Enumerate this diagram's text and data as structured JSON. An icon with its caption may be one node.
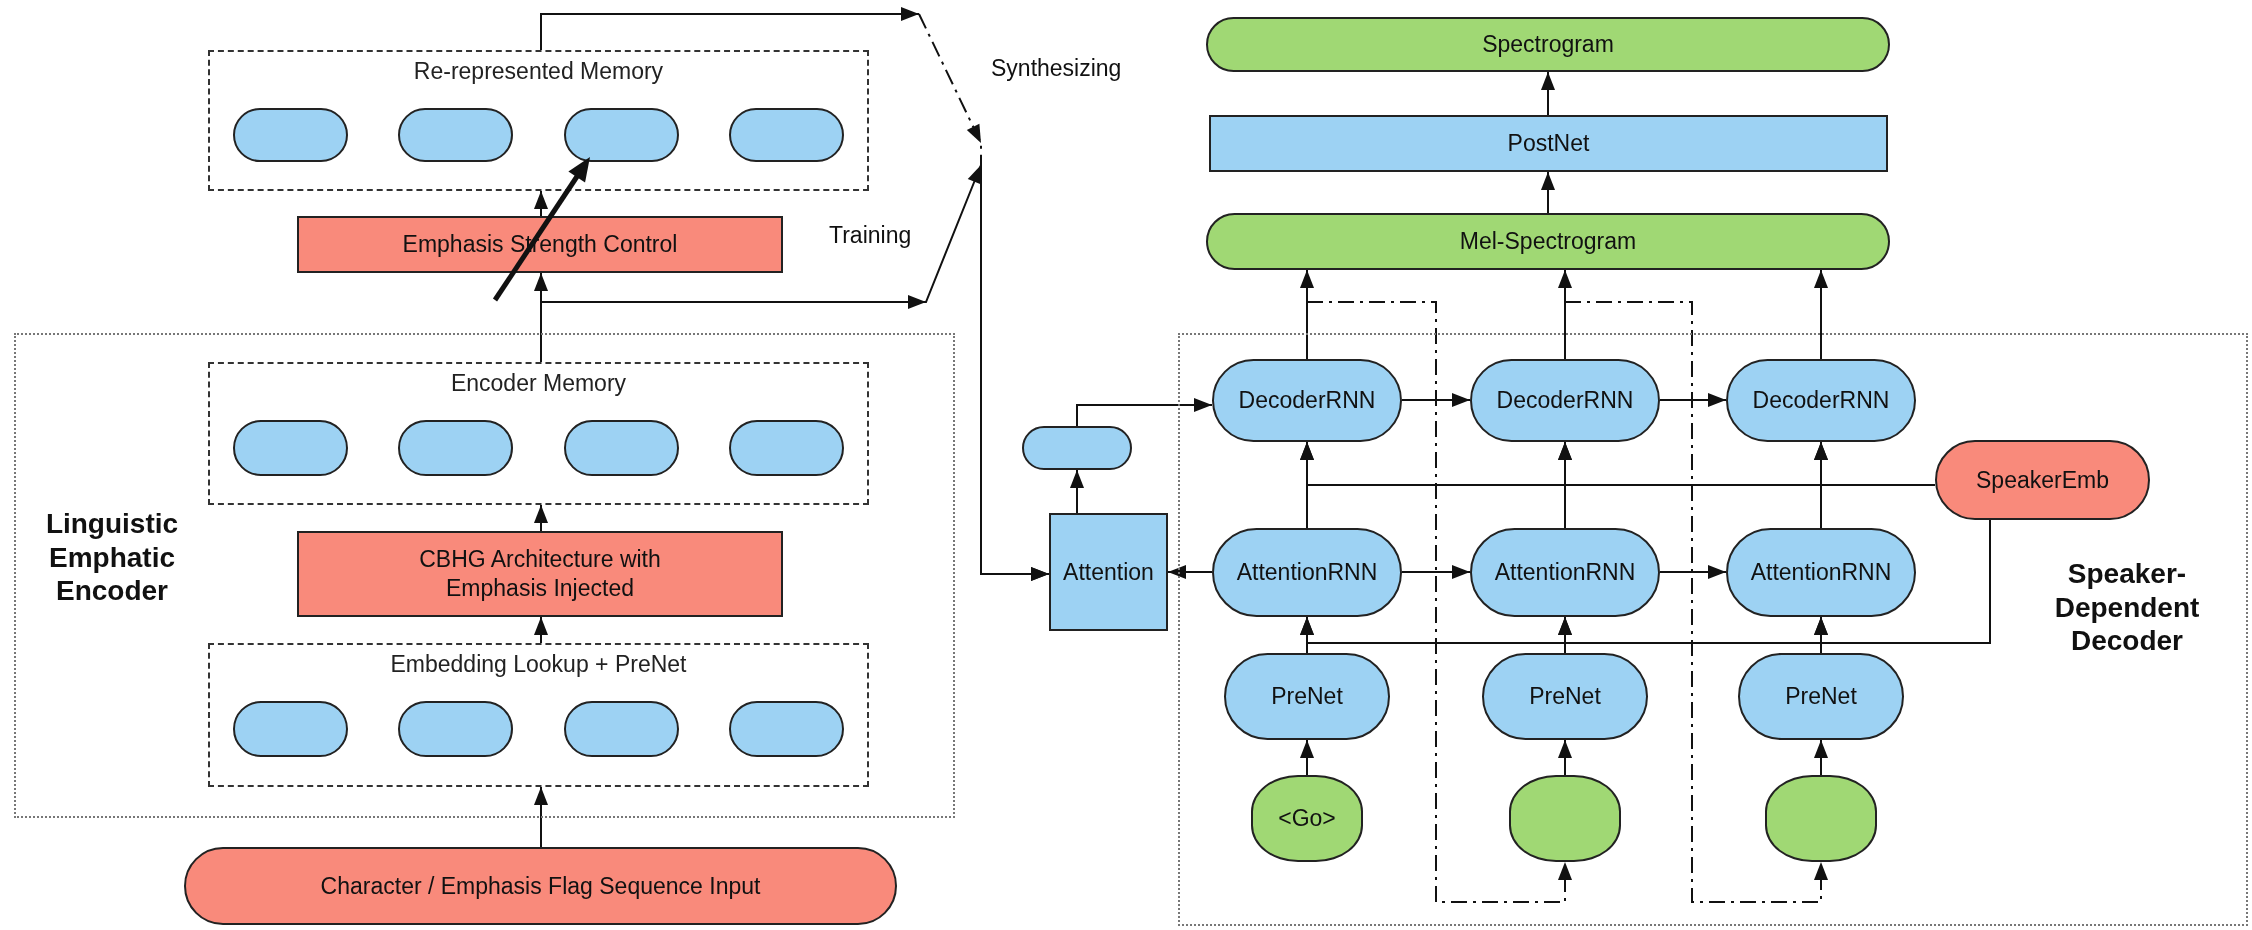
{
  "diagram": {
    "nodes": [
      {
        "text": [
          "Re-represented Memory"
        ]
      },
      {
        "text": [],
        "shape": "pill",
        "in": 0
      },
      {
        "text": [],
        "shape": "pill",
        "in": 0
      },
      {
        "text": [],
        "shape": "pill",
        "in": 0
      },
      {
        "text": [],
        "shape": "pill",
        "in": 0
      },
      {
        "text": [
          "Emphasis Strength Control"
        ]
      },
      {
        "text": [
          "Linguistic Emphatic Encoder"
        ]
      },
      {
        "text": [
          "Encoder Memory"
        ],
        "in": 6
      },
      {
        "text": [],
        "shape": "pill",
        "in": 7
      },
      {
        "text": [],
        "shape": "pill",
        "in": 7
      },
      {
        "text": [],
        "shape": "pill",
        "in": 7
      },
      {
        "text": [],
        "shape": "pill",
        "in": 7
      },
      {
        "text": [
          "CBHG Architecture with Emphasis Injected"
        ],
        "in": 6
      },
      {
        "text": [
          "Embedding Lookup + PreNet"
        ],
        "in": 6
      },
      {
        "text": [],
        "shape": "pill",
        "in": 13
      },
      {
        "text": [],
        "shape": "pill",
        "in": 13
      },
      {
        "text": [],
        "shape": "pill",
        "in": 13
      },
      {
        "text": [],
        "shape": "pill",
        "in": 13
      },
      {
        "text": [
          "Character / Emphasis Flag Sequence Input"
        ]
      },
      {
        "text": [
          "Spectrogram"
        ]
      },
      {
        "text": [
          "PostNet"
        ]
      },
      {
        "text": [
          "Mel-Spectrogram"
        ]
      },
      {
        "text": [
          "Speaker-Dependent Decoder"
        ]
      },
      {
        "text": [],
        "shape": "pill"
      },
      {
        "text": [
          "Attention"
        ]
      },
      {
        "text": [
          "DecoderRNN"
        ],
        "in": 22
      },
      {
        "text": [
          "DecoderRNN"
        ],
        "in": 22
      },
      {
        "text": [
          "DecoderRNN"
        ],
        "in": 22
      },
      {
        "text": [
          "SpeakerEmb"
        ],
        "in": 22
      },
      {
        "text": [
          "AttentionRNN"
        ],
        "in": 22
      },
      {
        "text": [
          "AttentionRNN"
        ],
        "in": 22
      },
      {
        "text": [
          "AttentionRNN"
        ],
        "in": 22
      },
      {
        "text": [
          "PreNet"
        ],
        "in": 22
      },
      {
        "text": [
          "PreNet"
        ],
        "in": 22
      },
      {
        "text": [
          "PreNet"
        ],
        "in": 22
      },
      {
        "text": [
          "<Go>"
        ],
        "in": 22
      },
      {
        "text": [],
        "shape": "circle",
        "in": 22
      },
      {
        "text": [],
        "shape": "circle",
        "in": 22
      }
    ],
    "edges": [
      {
        "from": 18,
        "to": 13,
        "arrow": "to"
      },
      {
        "from": 13,
        "to": 12,
        "arrow": "to"
      },
      {
        "from": 12,
        "to": 7,
        "arrow": "to"
      },
      {
        "from": 7,
        "to": 5,
        "arrow": "to"
      },
      {
        "from": 5,
        "to": 0,
        "arrow": "to"
      },
      {
        "from": 7,
        "to": 24,
        "arrow": "to",
        "label": "Training"
      },
      {
        "from": 0,
        "to": 24,
        "arrow": "to",
        "label": "Synthesizing",
        "style": "dashed"
      },
      {
        "from": 24,
        "to": 23,
        "arrow": "to"
      },
      {
        "from": 23,
        "to": 25,
        "arrow": "to"
      },
      {
        "from": 25,
        "to": 21,
        "arrow": "to"
      },
      {
        "from": 26,
        "to": 21,
        "arrow": "to"
      },
      {
        "from": 27,
        "to": 21,
        "arrow": "to"
      },
      {
        "from": 21,
        "to": 20,
        "arrow": "to"
      },
      {
        "from": 20,
        "to": 19,
        "arrow": "to"
      },
      {
        "from": 25,
        "to": 26,
        "arrow": "to"
      },
      {
        "from": 26,
        "to": 27,
        "arrow": "to"
      },
      {
        "from": 29,
        "to": 24,
        "arrow": "to"
      },
      {
        "from": 29,
        "to": 30,
        "arrow": "to"
      },
      {
        "from": 30,
        "to": 31,
        "arrow": "to"
      },
      {
        "from": 29,
        "to": 25,
        "arrow": "to"
      },
      {
        "from": 30,
        "to": 26,
        "arrow": "to"
      },
      {
        "from": 31,
        "to": 27,
        "arrow": "to"
      },
      {
        "from": 28,
        "to": 25,
        "arrow": "to"
      },
      {
        "from": 28,
        "to": 26,
        "arrow": "to"
      },
      {
        "from": 28,
        "to": 27,
        "arrow": "to"
      },
      {
        "from": 32,
        "to": 29,
        "arrow": "to"
      },
      {
        "from": 33,
        "to": 30,
        "arrow": "to"
      },
      {
        "from": 34,
        "to": 31,
        "arrow": "to"
      },
      {
        "from": 28,
        "to": 29,
        "arrow": "to"
      },
      {
        "from": 28,
        "to": 30,
        "arrow": "to"
      },
      {
        "from": 28,
        "to": 31,
        "arrow": "to"
      },
      {
        "from": 35,
        "to": 32,
        "arrow": "to"
      },
      {
        "from": 36,
        "to": 33,
        "arrow": "to"
      },
      {
        "from": 37,
        "to": 34,
        "arrow": "to"
      },
      {
        "from": 25,
        "to": 36,
        "arrow": "to",
        "style": "dashed"
      },
      {
        "from": 26,
        "to": 37,
        "arrow": "to",
        "style": "dashed"
      }
    ]
  }
}
